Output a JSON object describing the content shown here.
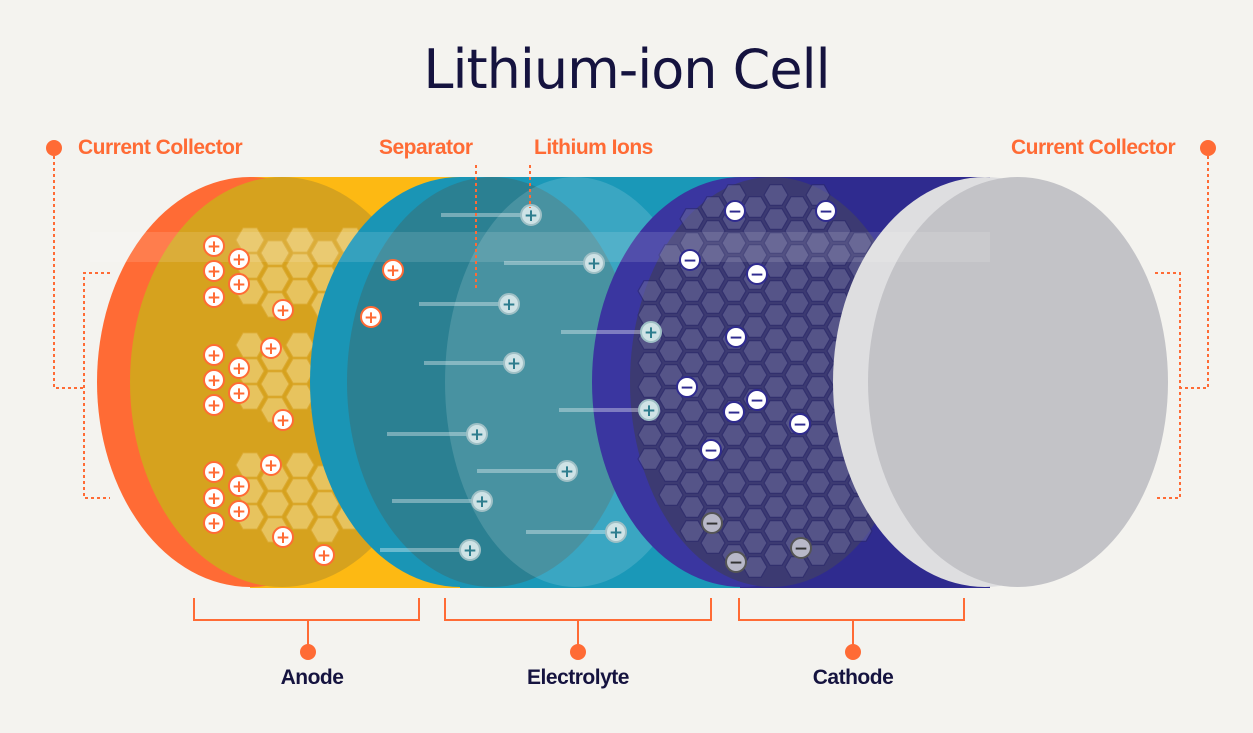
{
  "title": "Lithium-ion Cell",
  "labels": {
    "current_collector_left": "Current Collector",
    "separator": "Separator",
    "lithium_ions": "Lithium Ions",
    "current_collector_right": "Current Collector"
  },
  "bottom_labels": {
    "anode": "Anode",
    "electrolyte": "Electrolyte",
    "cathode": "Cathode"
  },
  "colors": {
    "accent": "#ff6b35",
    "anode": "#f5b60a",
    "electrolyte": "#1a98b8",
    "cathode": "#3a36a0",
    "collector": "#c3c3c7",
    "text": "#15133f"
  },
  "ion_symbols": {
    "positive": "+",
    "negative": "−"
  }
}
